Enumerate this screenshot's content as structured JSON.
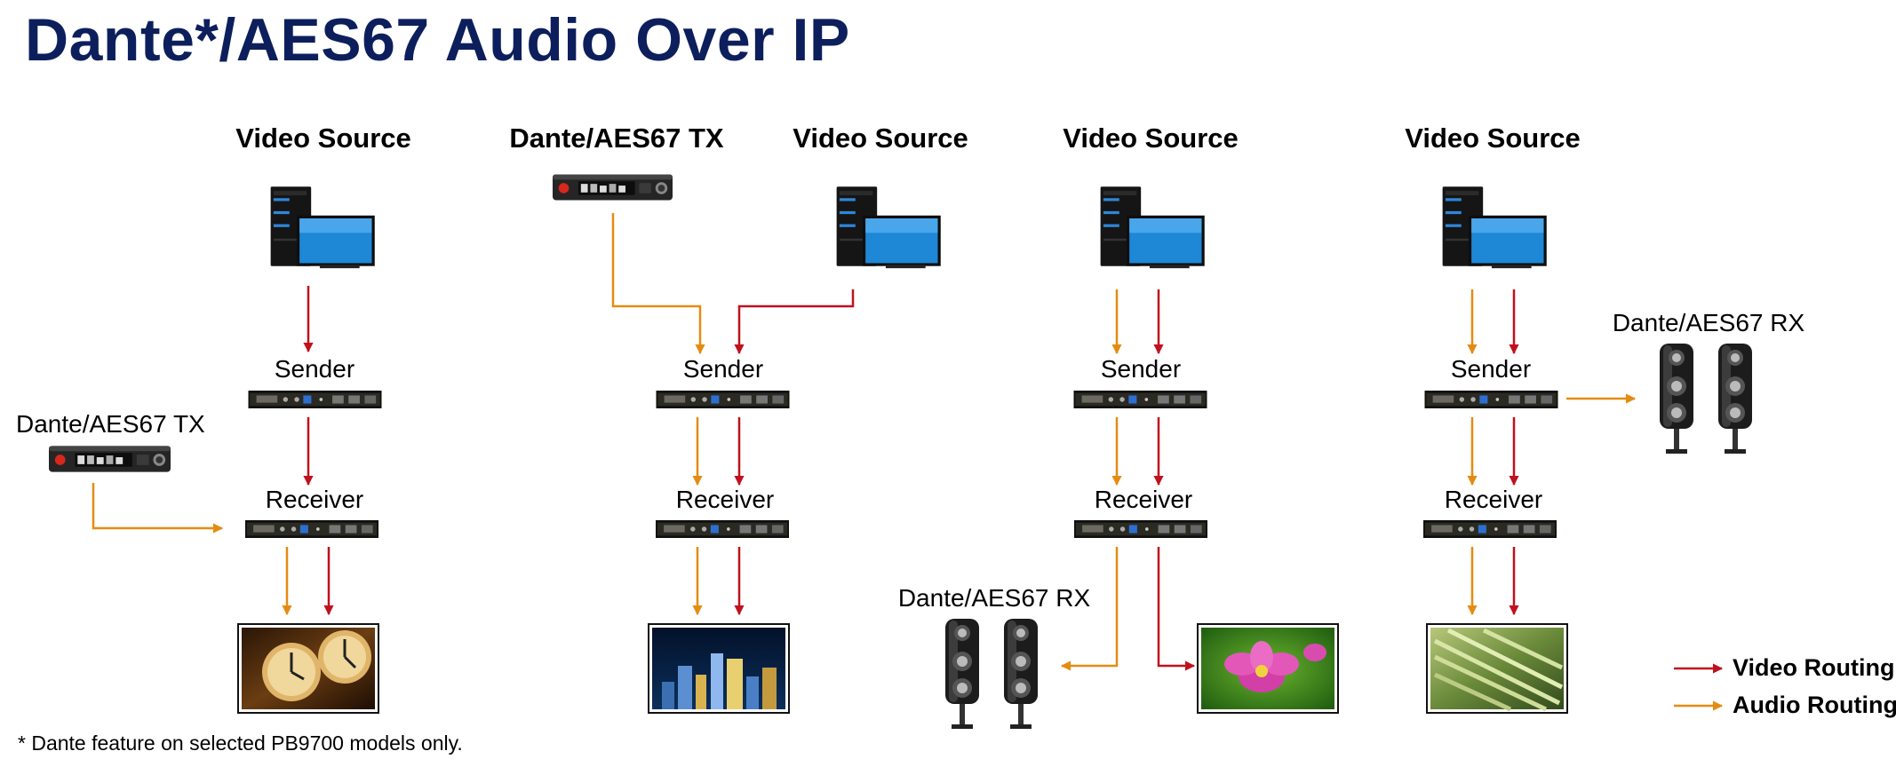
{
  "title": "Dante*/AES67 Audio Over IP",
  "footnote": "*  Dante feature on selected PB9700 models only.",
  "labels": {
    "video_source": "Video Source",
    "dante_tx": "Dante/AES67 TX",
    "dante_rx": "Dante/AES67 RX",
    "sender": "Sender",
    "receiver": "Receiver"
  },
  "legend": {
    "video": "Video Routing",
    "audio": "Audio Routing"
  },
  "colors": {
    "title": "#0c1f5c",
    "video_routing": "#c0111e",
    "audio_routing": "#e58b12"
  },
  "icons": {
    "pc": "desktop-computer-icon",
    "tx": "dante-transmitter-device-icon",
    "rx": "dante-speaker-pair-icon",
    "extender": "hdbaset-extender-unit-icon",
    "display": "display-screen-icon"
  }
}
